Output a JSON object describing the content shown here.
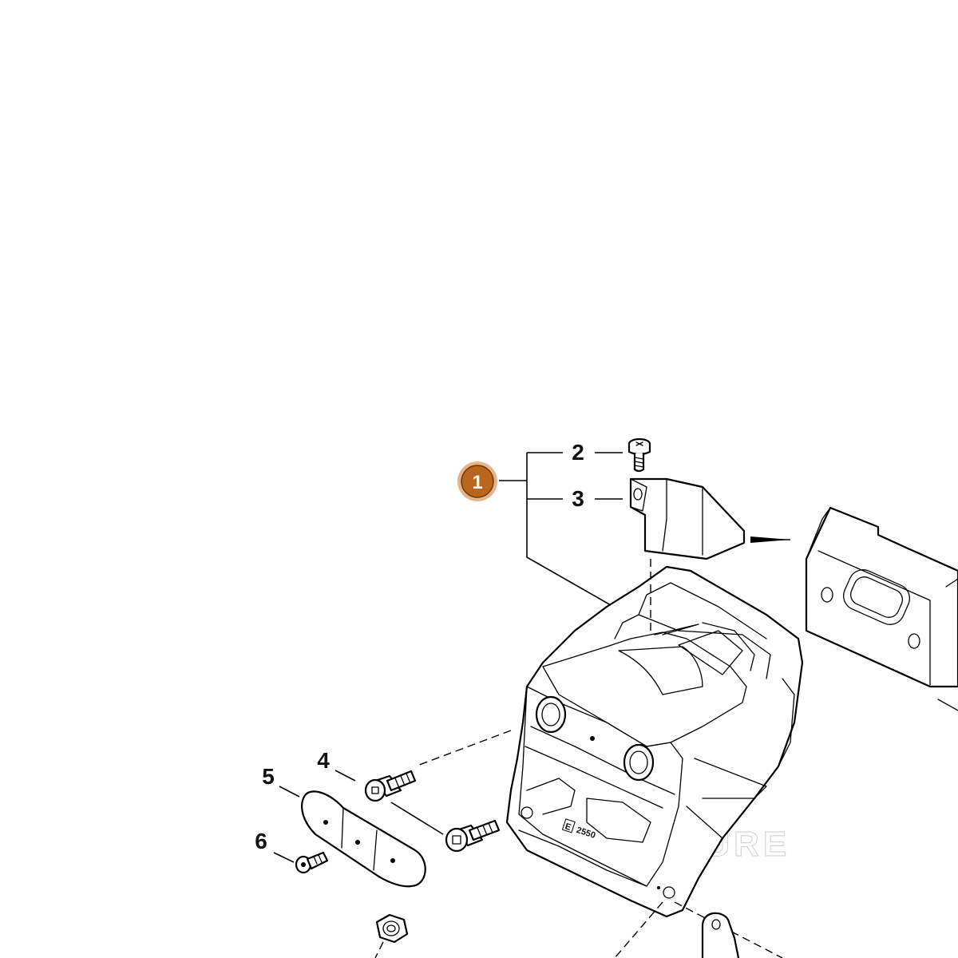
{
  "callout_badge": {
    "label": "1",
    "color": "#b8661e",
    "ring_color": "#e7b48a",
    "icon": "numbered-callout-badge"
  },
  "callouts": {
    "c2": "2",
    "c3": "3",
    "c4": "4",
    "c5": "5",
    "c6": "6"
  },
  "stamp": {
    "letter": "E",
    "code": "2550"
  },
  "watermark": {
    "text": "VENTURE",
    "color": "#c9c9c9"
  },
  "parts": {
    "screw_small": "screw-icon",
    "heat_shield_plate": "bracket-plate-icon",
    "muffler": "muffler-icon",
    "gasket_plate": "gasket-plate-icon",
    "cap_screw": "cap-screw-icon",
    "cover_plate": "cover-plate-icon",
    "hex_nut": "hex-nut-icon",
    "stud_bracket": "stud-bracket-icon"
  }
}
